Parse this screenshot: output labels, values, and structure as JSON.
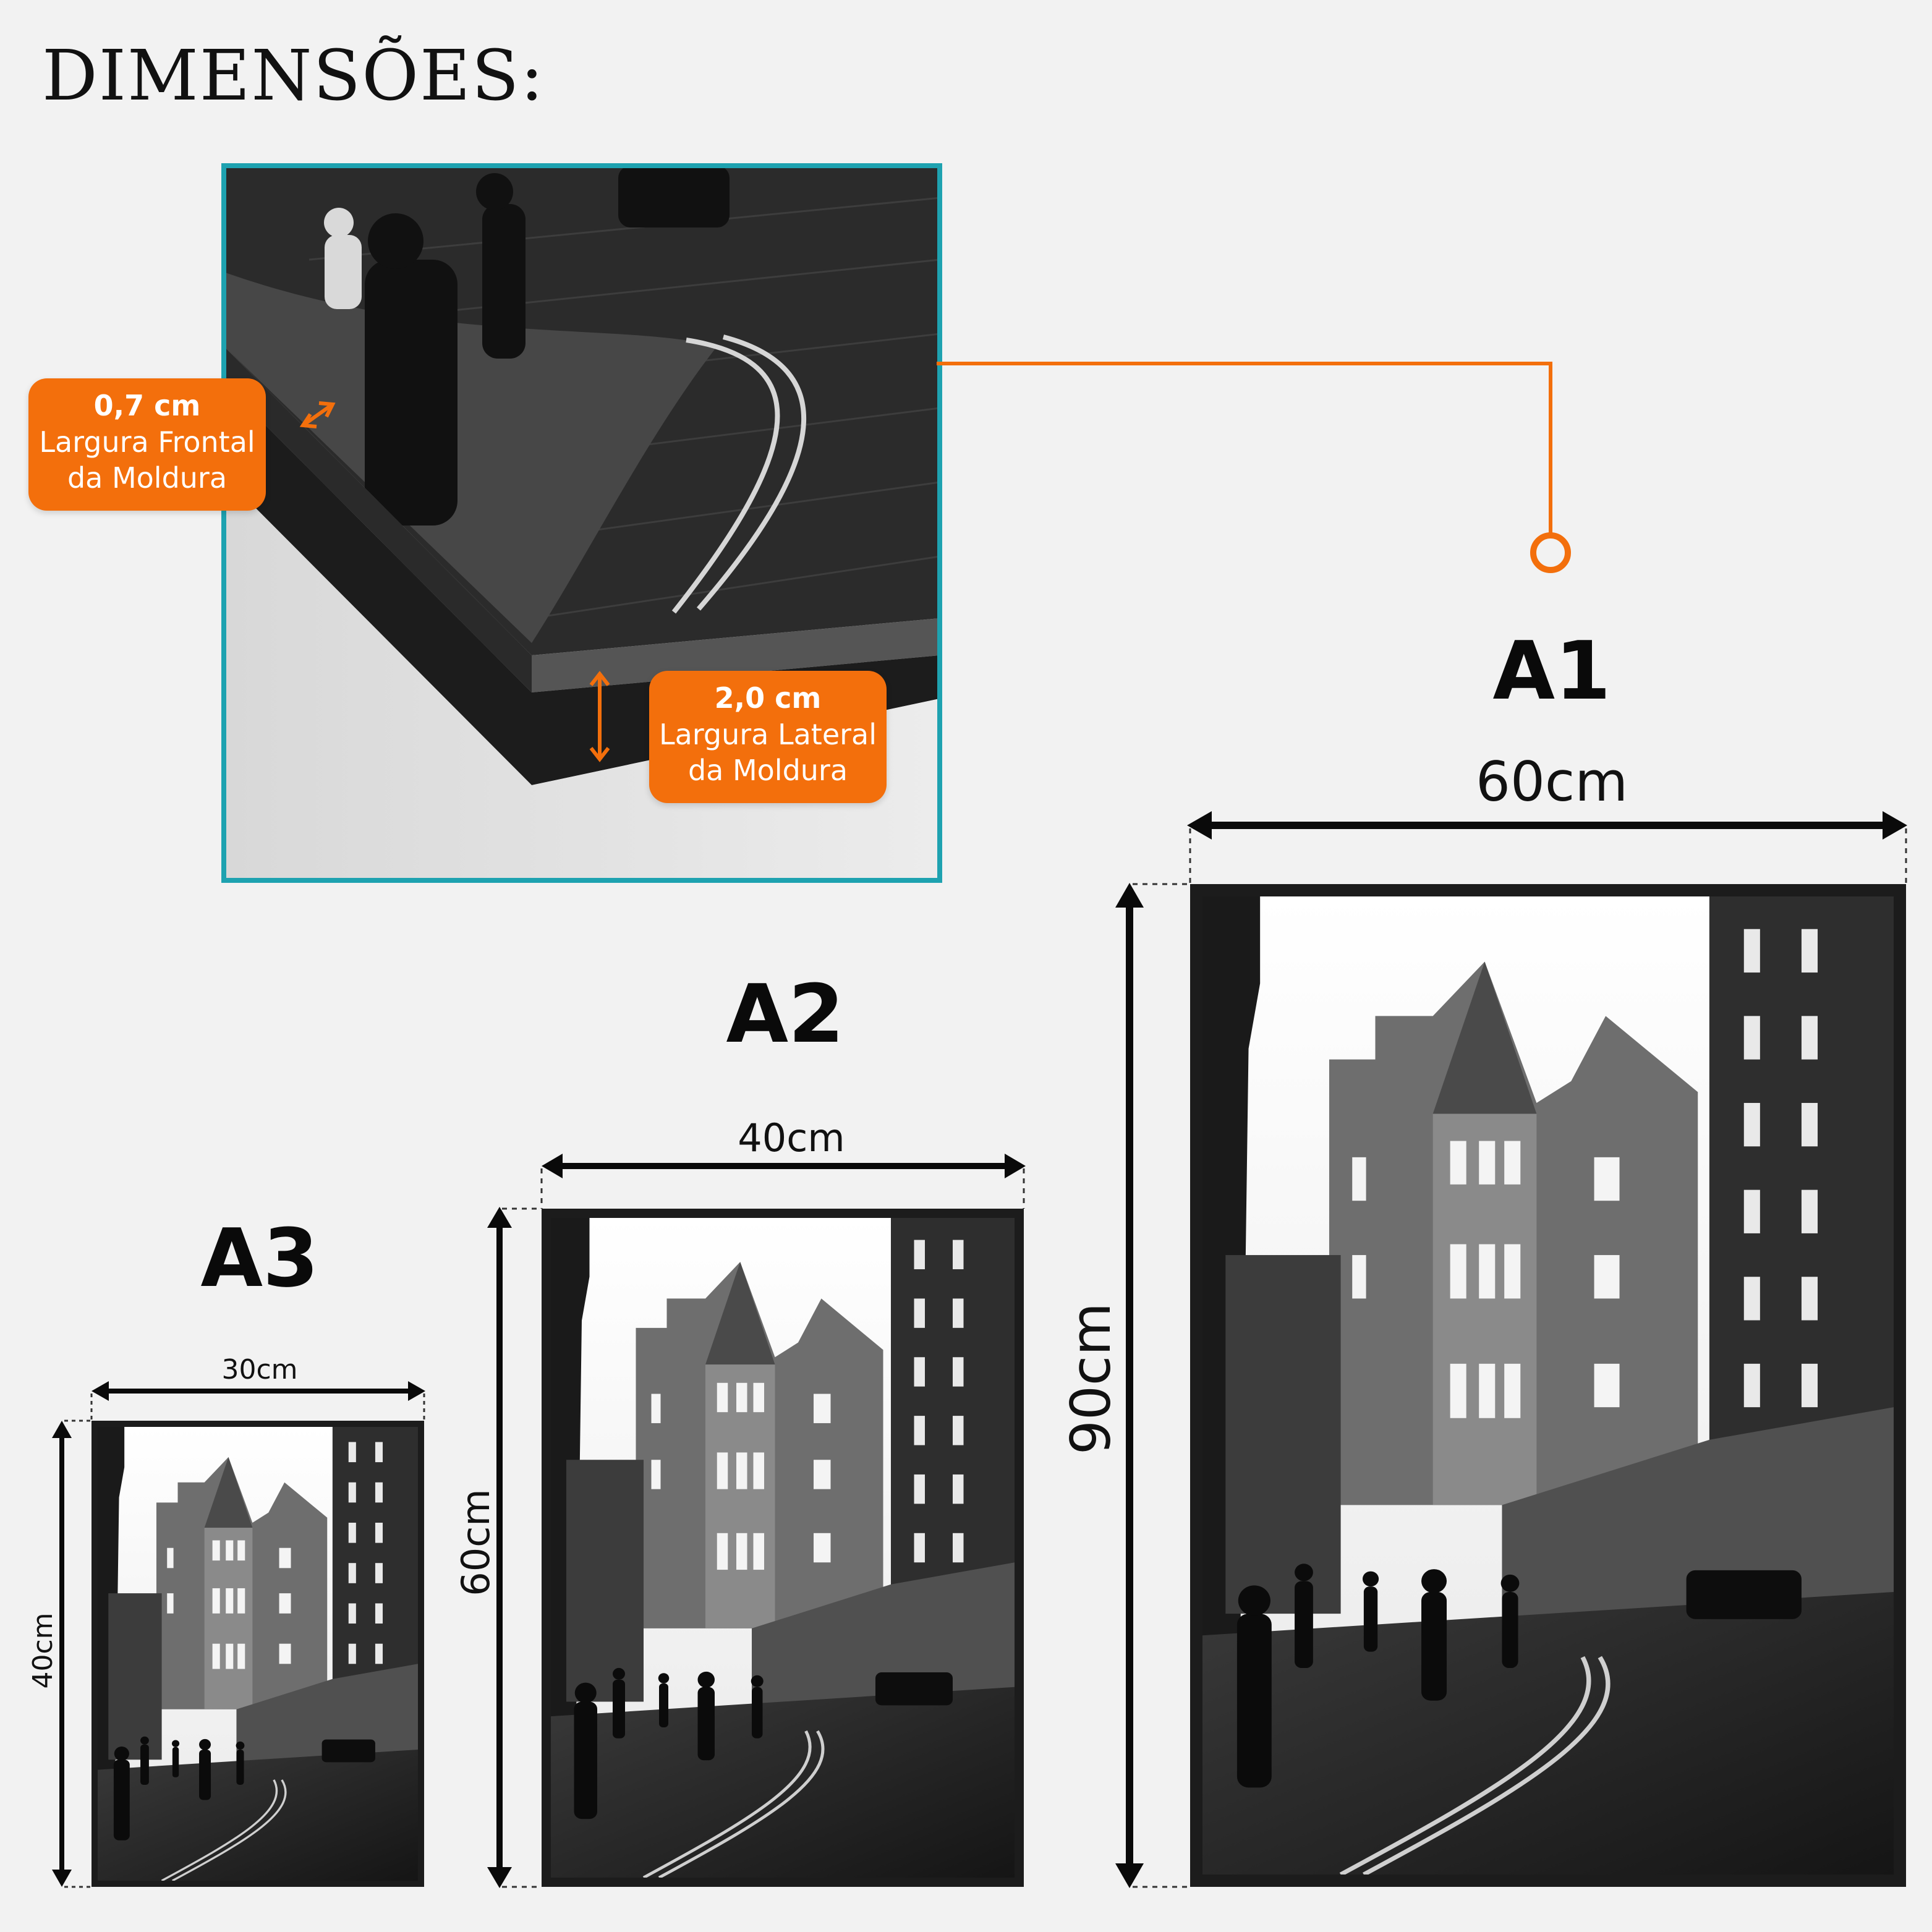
{
  "title": "DIMENSÕES:",
  "colors": {
    "accent": "#f36f0c",
    "detail_border": "#1ea2b0",
    "frame": "#1c1c1c"
  },
  "detail": {
    "front": {
      "value": "0,7 cm",
      "line1": "Largura Frontal",
      "line2": "da Moldura"
    },
    "side": {
      "value": "2,0 cm",
      "line1": "Largura Lateral",
      "line2": "da Moldura"
    }
  },
  "sizes": [
    {
      "name": "A1",
      "width": "60cm",
      "height": "90cm"
    },
    {
      "name": "A2",
      "width": "40cm",
      "height": "60cm"
    },
    {
      "name": "A3",
      "width": "30cm",
      "height": "40cm"
    }
  ]
}
